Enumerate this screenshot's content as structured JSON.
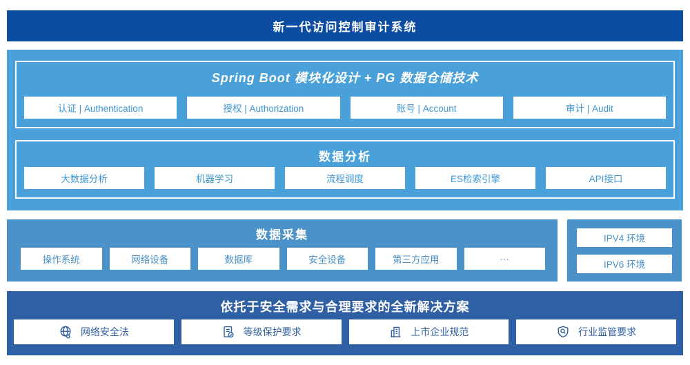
{
  "colors": {
    "header_bg": "#0C4DA2",
    "platform_bg": "#4AA0D8",
    "collect_bg": "#4B92C8",
    "solution_bg": "#3060A4",
    "module_text_light": "#3E96D3",
    "module_text_mid": "#4A90C5",
    "solution_text": "#2F5FA0"
  },
  "header": {
    "title": "新一代访问控制审计系统"
  },
  "platform": {
    "springboot": {
      "title": "Spring Boot 模块化设计 + PG 数据仓储技术",
      "modules": [
        "认证 | Authentication",
        "授权 | Authorization",
        "账号 | Account",
        "审计 | Audit"
      ]
    },
    "analysis": {
      "title": "数据分析",
      "modules": [
        "大数据分析",
        "机器学习",
        "流程调度",
        "ES检索引擎",
        "API接口"
      ]
    }
  },
  "collection": {
    "title": "数据采集",
    "modules": [
      "操作系统",
      "网络设备",
      "数据库",
      "安全设备",
      "第三方应用",
      "···"
    ]
  },
  "environments": {
    "items": [
      "IPV4 环境",
      "IPV6 环境"
    ]
  },
  "solution": {
    "title": "依托于安全需求与合理要求的全新解决方案",
    "items": [
      {
        "icon": "globe-icon",
        "label": "网络安全法"
      },
      {
        "icon": "document-check-icon",
        "label": "等级保护要求"
      },
      {
        "icon": "building-icon",
        "label": "上市企业规范"
      },
      {
        "icon": "shield-search-icon",
        "label": "行业监管要求"
      }
    ]
  }
}
